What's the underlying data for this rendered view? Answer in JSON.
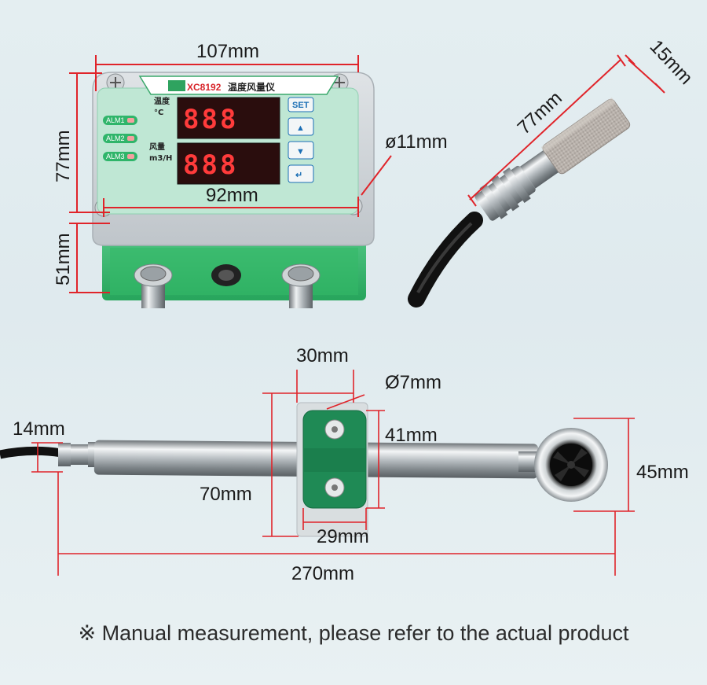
{
  "controller": {
    "brand": "XC8192",
    "title_cn": "温度风量仪",
    "label_temp": "温度",
    "unit_temp": "°C",
    "label_air": "风量",
    "unit_air": "m3/H",
    "display_top": "888",
    "display_bottom": "888",
    "alarms": [
      "ALM1",
      "ALM2",
      "ALM3"
    ],
    "button_set": "SET",
    "button_up": "▲",
    "button_down": "▼",
    "button_enter": "↵"
  },
  "dimensions": {
    "box_width": "107mm",
    "box_height": "77mm",
    "box_depth": "51mm",
    "hole_spacing": "92mm",
    "hole_diameter": "ø11mm",
    "probe_length": "77mm",
    "probe_diameter": "15mm",
    "bracket_width": "30mm",
    "bracket_hole": "Ø7mm",
    "bracket_height": "41mm",
    "bracket_total": "70mm",
    "bracket_bottom": "29mm",
    "cable_gland": "14mm",
    "fan_diameter": "45mm",
    "rod_length": "270mm"
  },
  "colors": {
    "accent_red": "#e0242a",
    "device_green": "#2fb56a",
    "display_red": "#ff3b3b"
  },
  "note": "※ Manual measurement, please refer to the actual product"
}
